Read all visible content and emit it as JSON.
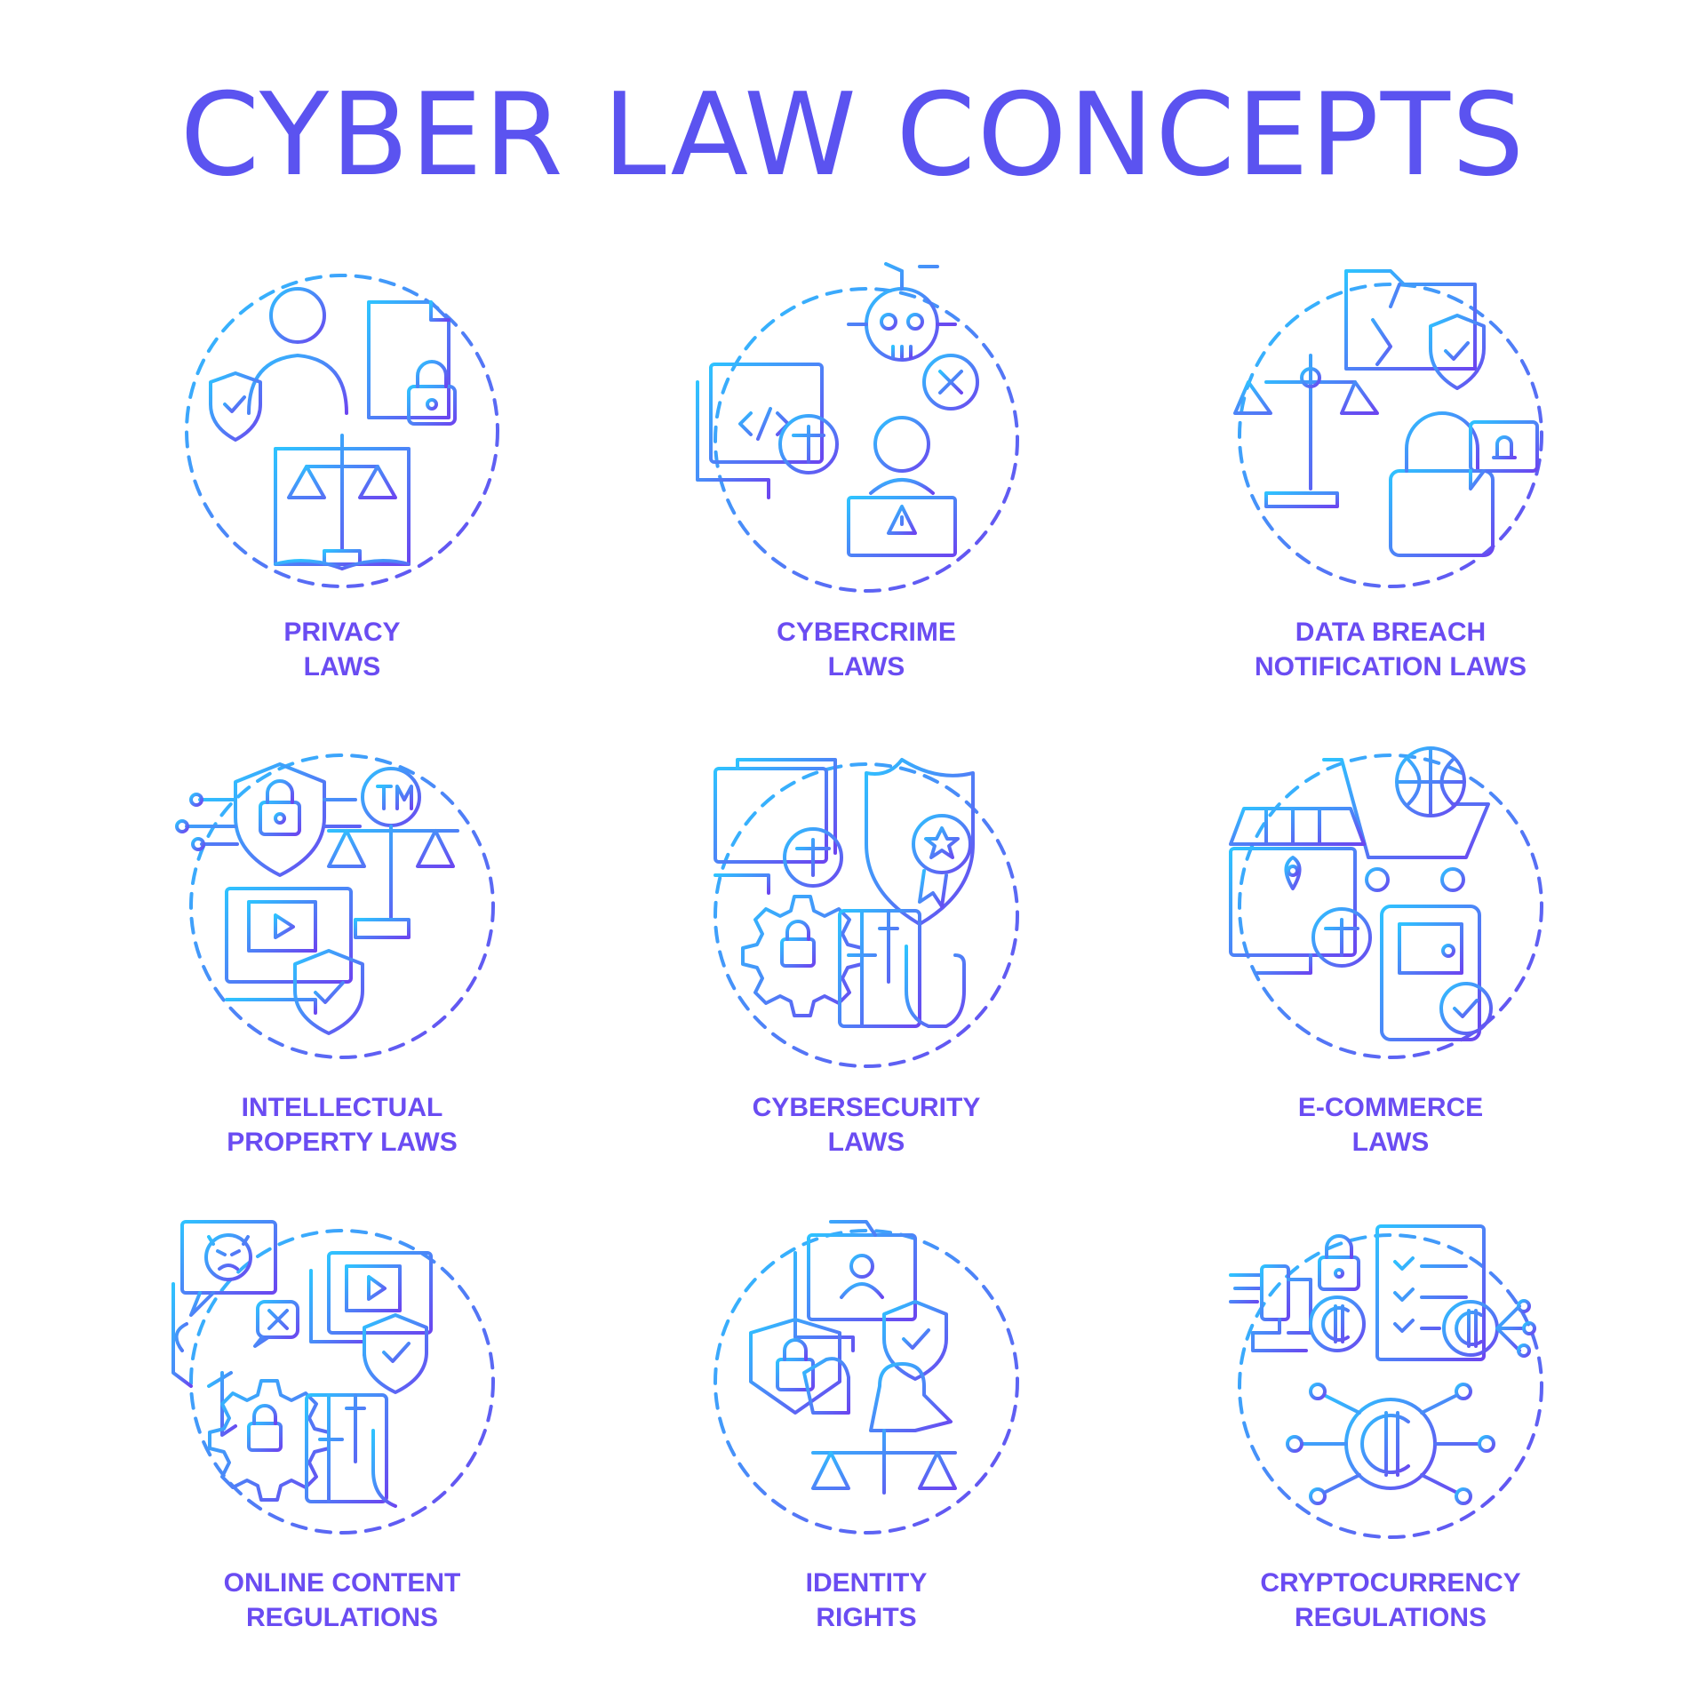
{
  "title": "CYBER LAW CONCEPTS",
  "colors": {
    "gradient_start": "#2ec3ff",
    "gradient_end": "#6b45f0",
    "title": "#5b53f0",
    "label": "#6a4cf2"
  },
  "concepts": [
    {
      "line1": "PRIVACY",
      "line2": "LAWS",
      "icon": "privacy-icon"
    },
    {
      "line1": "CYBERCRIME",
      "line2": "LAWS",
      "icon": "cybercrime-icon"
    },
    {
      "line1": "DATA BREACH",
      "line2": "NOTIFICATION LAWS",
      "icon": "data-breach-icon"
    },
    {
      "line1": "INTELLECTUAL",
      "line2": "PROPERTY LAWS",
      "icon": "intellectual-property-icon"
    },
    {
      "line1": "CYBERSECURITY",
      "line2": "LAWS",
      "icon": "cybersecurity-icon"
    },
    {
      "line1": "E-COMMERCE",
      "line2": "LAWS",
      "icon": "e-commerce-icon"
    },
    {
      "line1": "ONLINE CONTENT",
      "line2": "REGULATIONS",
      "icon": "online-content-icon"
    },
    {
      "line1": "IDENTITY",
      "line2": "RIGHTS",
      "icon": "identity-rights-icon"
    },
    {
      "line1": "CRYPTOCURRENCY",
      "line2": "REGULATIONS",
      "icon": "cryptocurrency-icon"
    }
  ]
}
